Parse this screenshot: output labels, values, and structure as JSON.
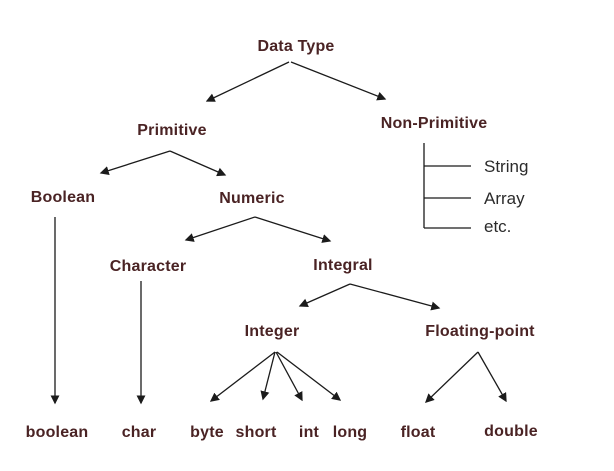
{
  "diagram": {
    "title": "Data Type",
    "type": "tree",
    "colors": {
      "background": "#ffffff",
      "node_text": "#4a2324",
      "secondary_text": "#2b2b2b",
      "line": "#1b1b1b"
    },
    "nodes": {
      "data_type": "Data Type",
      "primitive": "Primitive",
      "non_primitive": "Non-Primitive",
      "boolean": "Boolean",
      "numeric": "Numeric",
      "character": "Character",
      "integral": "Integral",
      "integer": "Integer",
      "floating_point": "Floating-point",
      "leaf_boolean": "boolean",
      "leaf_char": "char",
      "leaf_byte": "byte",
      "leaf_short": "short",
      "leaf_int": "int",
      "leaf_long": "long",
      "leaf_float": "float",
      "leaf_double": "double"
    },
    "non_primitive_items": [
      "String",
      "Array",
      "etc."
    ],
    "hierarchy": {
      "Data Type": [
        "Primitive",
        "Non-Primitive"
      ],
      "Primitive": [
        "Boolean",
        "Numeric"
      ],
      "Non-Primitive": [
        "String",
        "Array",
        "etc."
      ],
      "Boolean": [
        "boolean"
      ],
      "Numeric": [
        "Character",
        "Integral"
      ],
      "Character": [
        "char"
      ],
      "Integral": [
        "Integer",
        "Floating-point"
      ],
      "Integer": [
        "byte",
        "short",
        "int",
        "long"
      ],
      "Floating-point": [
        "float",
        "double"
      ]
    }
  }
}
